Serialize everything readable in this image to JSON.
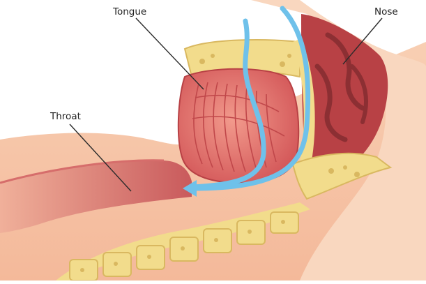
{
  "labels": {
    "tongue": "Tongue",
    "nose": "Nose",
    "throat": "Throat"
  },
  "colors": {
    "skin": "#f6c6a7",
    "skin_light": "#fadcc6",
    "muscle": "#d85a5a",
    "muscle_light": "#ee8d82",
    "muscle_dark": "#b84145",
    "bone": "#f2dc8c",
    "bone_dark": "#d9b860",
    "airflow": "#6fc1ea",
    "line": "#2b2b2b"
  }
}
